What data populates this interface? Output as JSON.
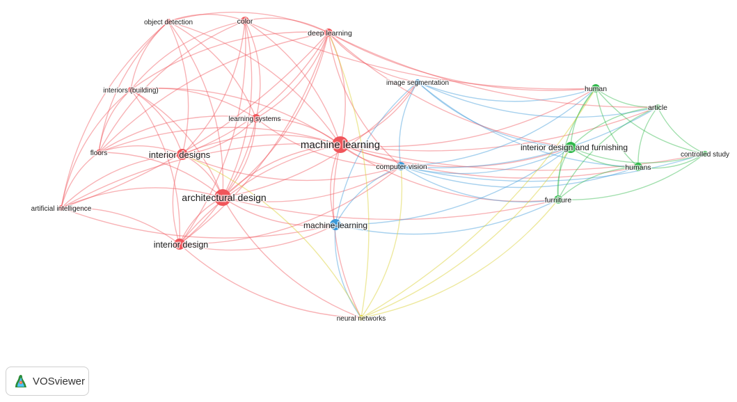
{
  "brand": {
    "name": "VOSviewer"
  },
  "cluster_colors": {
    "red": "#f0555a",
    "blue": "#3b99d9",
    "green": "#2fb84a",
    "yellow": "#d9cf2a"
  },
  "nodes": [
    {
      "id": "machine-learning",
      "label": "machine learning",
      "cluster": "red",
      "weight": 5
    },
    {
      "id": "architectural-design",
      "label": "architectural design",
      "cluster": "red",
      "weight": 5
    },
    {
      "id": "interior-designs",
      "label": "interior designs",
      "cluster": "red",
      "weight": 3
    },
    {
      "id": "interior-design",
      "label": "interior design",
      "cluster": "red",
      "weight": 3
    },
    {
      "id": "learning-systems",
      "label": "learning systems",
      "cluster": "red",
      "weight": 2
    },
    {
      "id": "deep-learning",
      "label": "deep learning",
      "cluster": "red",
      "weight": 2
    },
    {
      "id": "color",
      "label": "color",
      "cluster": "red",
      "weight": 2
    },
    {
      "id": "object-detection",
      "label": "object detection",
      "cluster": "red",
      "weight": 1
    },
    {
      "id": "interiors-building",
      "label": "interiors (building)",
      "cluster": "red",
      "weight": 1
    },
    {
      "id": "floors",
      "label": "floors",
      "cluster": "red",
      "weight": 1
    },
    {
      "id": "artificial-intelligence",
      "label": "artificial intelligence",
      "cluster": "red",
      "weight": 1
    },
    {
      "id": "image-segmentation",
      "label": "image segmentation",
      "cluster": "blue",
      "weight": 1
    },
    {
      "id": "computer-vision",
      "label": "computer vision",
      "cluster": "blue",
      "weight": 2
    },
    {
      "id": "machine-learning-hyph",
      "label": "machine-learning",
      "cluster": "blue",
      "weight": 3
    },
    {
      "id": "human",
      "label": "human",
      "cluster": "green",
      "weight": 2
    },
    {
      "id": "article",
      "label": "article",
      "cluster": "green",
      "weight": 1
    },
    {
      "id": "interior-design-and-furnishing",
      "label": "interior design and furnishing",
      "cluster": "green",
      "weight": 3
    },
    {
      "id": "controlled-study",
      "label": "controlled study",
      "cluster": "green",
      "weight": 1
    },
    {
      "id": "humans",
      "label": "humans",
      "cluster": "green",
      "weight": 2
    },
    {
      "id": "furniture",
      "label": "furniture",
      "cluster": "green",
      "weight": 2
    },
    {
      "id": "neural-networks",
      "label": "neural networks",
      "cluster": "yellow",
      "weight": 1
    }
  ],
  "links": [
    [
      "machine-learning",
      "architectural-design"
    ],
    [
      "machine-learning",
      "interior-designs"
    ],
    [
      "machine-learning",
      "interior-design"
    ],
    [
      "machine-learning",
      "learning-systems"
    ],
    [
      "machine-learning",
      "deep-learning"
    ],
    [
      "machine-learning",
      "color"
    ],
    [
      "machine-learning",
      "object-detection"
    ],
    [
      "machine-learning",
      "interiors-building"
    ],
    [
      "machine-learning",
      "floors"
    ],
    [
      "machine-learning",
      "artificial-intelligence"
    ],
    [
      "machine-learning",
      "image-segmentation"
    ],
    [
      "machine-learning",
      "computer-vision"
    ],
    [
      "machine-learning",
      "machine-learning-hyph"
    ],
    [
      "machine-learning",
      "human"
    ],
    [
      "machine-learning",
      "article"
    ],
    [
      "machine-learning",
      "interior-design-and-furnishing"
    ],
    [
      "machine-learning",
      "humans"
    ],
    [
      "machine-learning",
      "furniture"
    ],
    [
      "machine-learning",
      "neural-networks"
    ],
    [
      "machine-learning",
      "controlled-study"
    ],
    [
      "architectural-design",
      "interior-designs"
    ],
    [
      "architectural-design",
      "interior-design"
    ],
    [
      "architectural-design",
      "learning-systems"
    ],
    [
      "architectural-design",
      "deep-learning"
    ],
    [
      "architectural-design",
      "color"
    ],
    [
      "architectural-design",
      "object-detection"
    ],
    [
      "architectural-design",
      "interiors-building"
    ],
    [
      "architectural-design",
      "floors"
    ],
    [
      "architectural-design",
      "artificial-intelligence"
    ],
    [
      "architectural-design",
      "computer-vision"
    ],
    [
      "architectural-design",
      "machine-learning-hyph"
    ],
    [
      "architectural-design",
      "image-segmentation"
    ],
    [
      "architectural-design",
      "neural-networks"
    ],
    [
      "architectural-design",
      "furniture"
    ],
    [
      "interior-designs",
      "interior-design"
    ],
    [
      "interior-designs",
      "learning-systems"
    ],
    [
      "interior-designs",
      "deep-learning"
    ],
    [
      "interior-designs",
      "color"
    ],
    [
      "interior-designs",
      "object-detection"
    ],
    [
      "interior-designs",
      "interiors-building"
    ],
    [
      "interior-designs",
      "floors"
    ],
    [
      "interior-designs",
      "artificial-intelligence"
    ],
    [
      "interior-designs",
      "computer-vision"
    ],
    [
      "interior-design",
      "learning-systems"
    ],
    [
      "interior-design",
      "deep-learning"
    ],
    [
      "interior-design",
      "interiors-building"
    ],
    [
      "interior-design",
      "artificial-intelligence"
    ],
    [
      "interior-design",
      "machine-learning-hyph"
    ],
    [
      "interior-design",
      "color"
    ],
    [
      "interior-design",
      "neural-networks"
    ],
    [
      "interior-design",
      "computer-vision"
    ],
    [
      "learning-systems",
      "deep-learning"
    ],
    [
      "learning-systems",
      "color"
    ],
    [
      "learning-systems",
      "object-detection"
    ],
    [
      "learning-systems",
      "interiors-building"
    ],
    [
      "learning-systems",
      "floors"
    ],
    [
      "learning-systems",
      "computer-vision"
    ],
    [
      "deep-learning",
      "color"
    ],
    [
      "deep-learning",
      "object-detection"
    ],
    [
      "deep-learning",
      "interiors-building"
    ],
    [
      "deep-learning",
      "image-segmentation"
    ],
    [
      "deep-learning",
      "computer-vision"
    ],
    [
      "deep-learning",
      "human"
    ],
    [
      "deep-learning",
      "floors"
    ],
    [
      "color",
      "object-detection"
    ],
    [
      "color",
      "interiors-building"
    ],
    [
      "color",
      "floors"
    ],
    [
      "object-detection",
      "interiors-building"
    ],
    [
      "object-detection",
      "floors"
    ],
    [
      "object-detection",
      "artificial-intelligence"
    ],
    [
      "interiors-building",
      "floors"
    ],
    [
      "interiors-building",
      "artificial-intelligence"
    ],
    [
      "floors",
      "artificial-intelligence"
    ],
    [
      "artificial-intelligence",
      "deep-learning"
    ],
    [
      "artificial-intelligence",
      "machine-learning-hyph"
    ],
    [
      "image-segmentation",
      "computer-vision"
    ],
    [
      "image-segmentation",
      "machine-learning-hyph"
    ],
    [
      "image-segmentation",
      "human"
    ],
    [
      "image-segmentation",
      "interior-design-and-furnishing"
    ],
    [
      "image-segmentation",
      "humans"
    ],
    [
      "image-segmentation",
      "article"
    ],
    [
      "computer-vision",
      "machine-learning-hyph"
    ],
    [
      "computer-vision",
      "interior-design-and-furnishing"
    ],
    [
      "computer-vision",
      "human"
    ],
    [
      "computer-vision",
      "humans"
    ],
    [
      "computer-vision",
      "furniture"
    ],
    [
      "computer-vision",
      "controlled-study"
    ],
    [
      "computer-vision",
      "article"
    ],
    [
      "machine-learning-hyph",
      "furniture"
    ],
    [
      "machine-learning-hyph",
      "interior-design-and-furnishing"
    ],
    [
      "machine-learning-hyph",
      "neural-networks"
    ],
    [
      "human",
      "article"
    ],
    [
      "human",
      "interior-design-and-furnishing"
    ],
    [
      "human",
      "humans"
    ],
    [
      "human",
      "furniture"
    ],
    [
      "human",
      "controlled-study"
    ],
    [
      "article",
      "interior-design-and-furnishing"
    ],
    [
      "article",
      "humans"
    ],
    [
      "article",
      "furniture"
    ],
    [
      "article",
      "controlled-study"
    ],
    [
      "interior-design-and-furnishing",
      "humans"
    ],
    [
      "interior-design-and-furnishing",
      "furniture"
    ],
    [
      "interior-design-and-furnishing",
      "controlled-study"
    ],
    [
      "humans",
      "furniture"
    ],
    [
      "humans",
      "controlled-study"
    ],
    [
      "furniture",
      "controlled-study"
    ],
    [
      "neural-networks",
      "furniture"
    ],
    [
      "neural-networks",
      "interior-design-and-furnishing"
    ],
    [
      "neural-networks",
      "deep-learning"
    ],
    [
      "neural-networks",
      "computer-vision"
    ],
    [
      "neural-networks",
      "interior-designs"
    ],
    [
      "neural-networks",
      "human"
    ],
    [
      "deep-learning",
      "interior-design-and-furnishing"
    ],
    [
      "deep-learning",
      "article"
    ],
    [
      "color",
      "human"
    ]
  ]
}
